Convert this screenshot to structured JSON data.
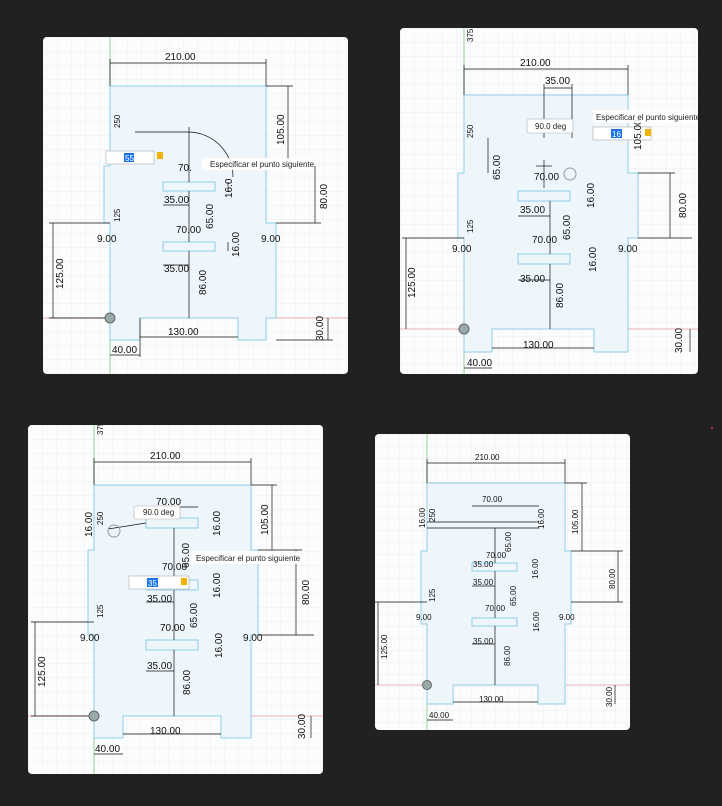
{
  "tooltip": "Especificar el punto siguiente",
  "angle": "90.0 deg",
  "inputs": {
    "p1": "55",
    "p2": "16",
    "p3": "35"
  },
  "axis_label": {
    "y250": "250",
    "y125": "125",
    "top375": "375"
  },
  "dims": {
    "d210": "210.00",
    "d35": "35.00",
    "d70": "70.00",
    "d105": "105.00",
    "d80": "80.00",
    "d16": "16.00",
    "d65": "65.00",
    "d9": "9.00",
    "d125": "125.00",
    "d86": "86.00",
    "d130": "130.00",
    "d40": "40.00",
    "d30": "30.00",
    "d7": "70.",
    "d16b": "16.0"
  },
  "colors": {
    "fill": "#eef6fc",
    "edge": "#8ecde6",
    "dim": "#111111",
    "axis_green": "#7dc57d",
    "axis_red": "#e06a6a"
  }
}
